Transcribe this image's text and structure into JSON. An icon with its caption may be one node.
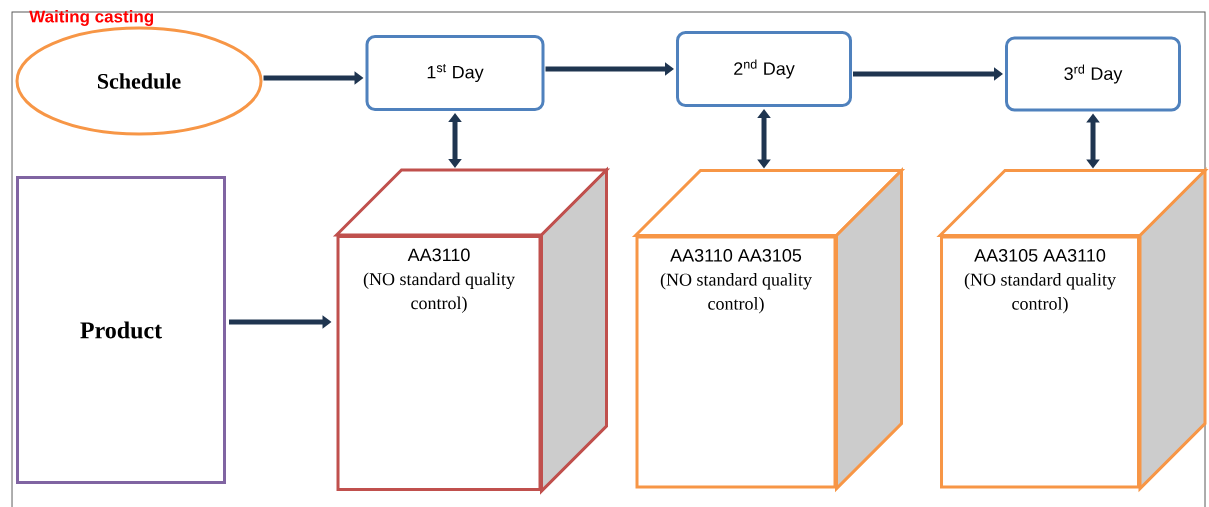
{
  "diagram": {
    "nodes": [
      {
        "text": [
          "Schedule"
        ]
      },
      {
        "text": [
          "1$^{st}$ Day"
        ]
      },
      {
        "text": [
          "2$^{nd}$ Day"
        ]
      },
      {
        "text": [
          "3$^{rd}$ Day"
        ]
      },
      {
        "text": [
          "Product"
        ]
      },
      {
        "text": [
          "AA3110",
          "(NO standard quality control)"
        ]
      },
      {
        "text": [
          "AA3110 AA3105",
          "(NO standard quality control)"
        ]
      },
      {
        "text": [
          "AA3105 AA3110",
          "(NO standard quality control)"
        ]
      }
    ],
    "edges": [
      {
        "from": 0,
        "to": 1,
        "arrow": "to"
      },
      {
        "from": 1,
        "to": 2,
        "arrow": "to"
      },
      {
        "from": 2,
        "to": 3,
        "arrow": "to"
      },
      {
        "from": 1,
        "to": 5,
        "arrow": "both"
      },
      {
        "from": 2,
        "to": 6,
        "arrow": "both"
      },
      {
        "from": 3,
        "to": 7,
        "arrow": "both"
      },
      {
        "from": 4,
        "to": 5,
        "arrow": "to"
      }
    ],
    "labels": [
      "Waiting casting"
    ]
  }
}
